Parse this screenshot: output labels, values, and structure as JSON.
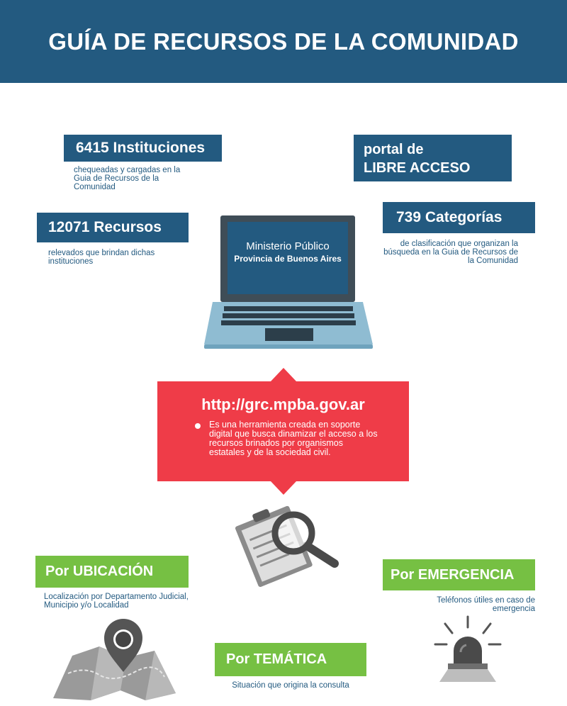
{
  "header": {
    "title": "GUÍA DE RECURSOS DE LA COMUNIDAD"
  },
  "stats": {
    "instituciones": {
      "label": "6415 Instituciones",
      "caption": "chequeadas y cargadas en la Guia de Recursos de la Comunidad"
    },
    "recursos": {
      "label": "12071 Recursos",
      "caption": "relevados que brindan dichas instituciones"
    },
    "portal": {
      "line1": "portal de",
      "line2": "LIBRE ACCESO"
    },
    "categorias": {
      "label": "739 Categorías",
      "caption": "de clasificación que organizan la búsqueda en la Guia de Recursos de la Comunidad"
    }
  },
  "laptop": {
    "line1": "Ministerio Público",
    "line2": "Provincia de Buenos Aires"
  },
  "callout": {
    "url": "http://grc.mpba.gov.ar",
    "description": "Es una herramienta creada en soporte digital que busca dinamizar el acceso a los recursos brinados por organismos estatales y de la sociedad civil."
  },
  "search_modes": {
    "ubicacion": {
      "label": "Por UBICACIÓN",
      "caption": "Localización por Departamento Judicial, Municipio y/o Localidad"
    },
    "emergencia": {
      "label": "Por EMERGENCIA",
      "caption": "Teléfonos útiles en caso de emergencia"
    },
    "tematica": {
      "label": "Por TEMÁTICA",
      "caption": "Situación que origina la consulta"
    }
  },
  "icons": [
    "laptop-icon",
    "search-document-icon",
    "map-pin-icon",
    "emergency-siren-icon"
  ],
  "colors": {
    "brand_blue": "#235a80",
    "accent_red": "#ef3c48",
    "accent_green": "#76c043",
    "icon_gray": "#898989"
  }
}
